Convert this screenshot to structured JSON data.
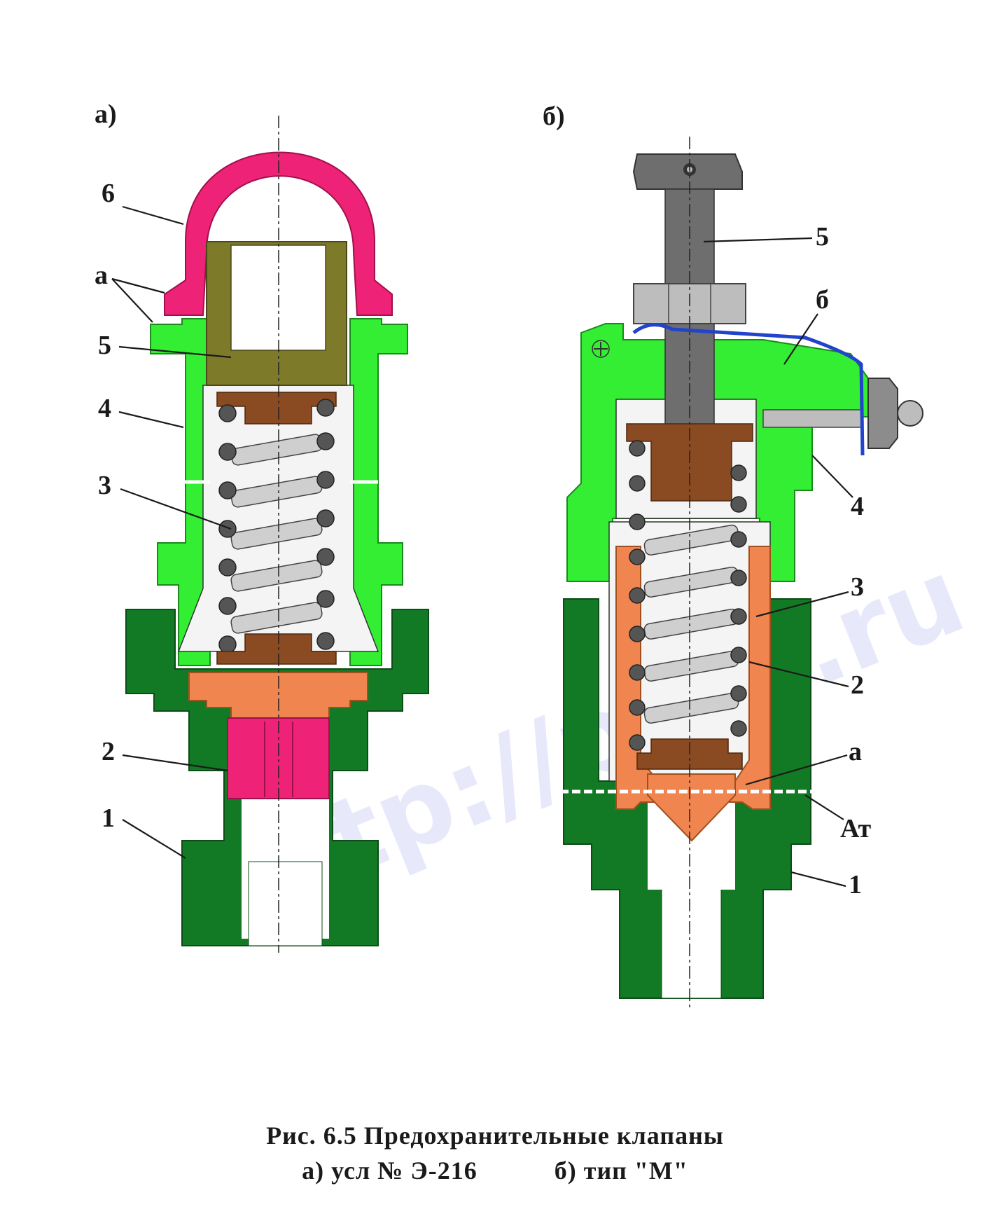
{
  "figure": {
    "panel_a_letter": "а)",
    "panel_b_letter": "б)",
    "caption_line1": "Рис.  6.5  Предохранительные клапаны",
    "caption_a": "а)  усл № Э-216",
    "caption_b": "б)  тип  \"М\"",
    "watermark": "http://pscs.ru"
  },
  "panel_a": {
    "labels": [
      "6",
      "а",
      "5",
      "4",
      "3",
      "2",
      "1"
    ]
  },
  "panel_b": {
    "labels": [
      "5",
      "б",
      "4",
      "3",
      "2",
      "а",
      "Ат",
      "1"
    ]
  },
  "colors": {
    "light_green": "#33ee33",
    "dark_green": "#127a24",
    "magenta": "#ee2277",
    "olive": "#7d7a2a",
    "brown": "#8a4a22",
    "orange": "#f08550",
    "gray": "#7a7a7a",
    "blue": "#2244cc"
  }
}
